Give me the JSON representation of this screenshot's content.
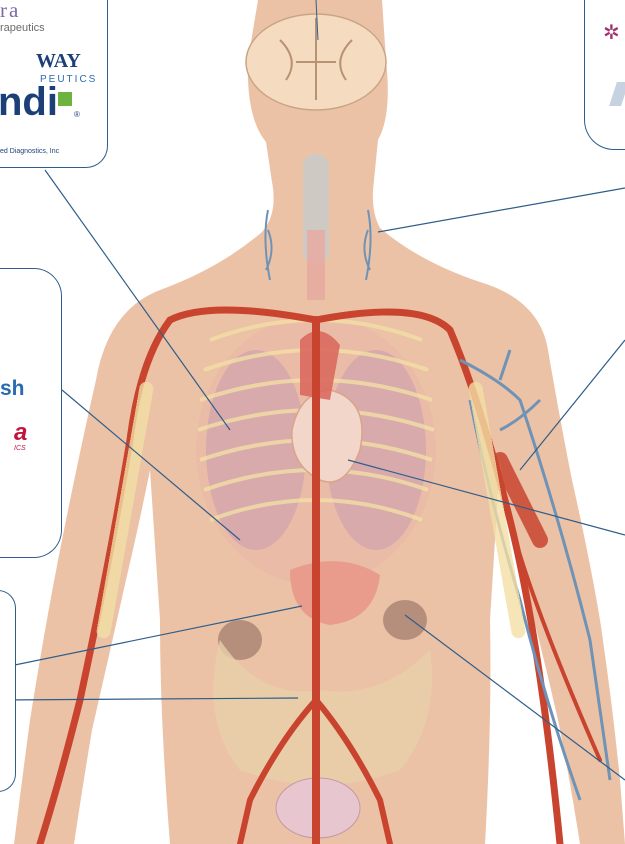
{
  "callouts": {
    "brain": {
      "logo1_text": "ra",
      "logo1_tagline": "rapeutics",
      "logo2_text": "WAY",
      "logo2_tagline": "PEUTICS",
      "logo3_text": "ndi",
      "logo3_mark": "®",
      "logo3_tagline": "ed Diagnostics, Inc"
    },
    "lung": {
      "logo1_text": "sh",
      "logo2_text": "a",
      "logo2_tagline": "ICS"
    }
  },
  "colors": {
    "line": "#2f5d8a",
    "skin": "#ecc2a6",
    "artery": "#c9442f",
    "vein": "#6f93b6",
    "bone": "#f3dfa6",
    "brand_purple": "#7d6aa8",
    "brand_navy": "#1c3f78",
    "brand_blue": "#2a6bb0",
    "brand_green": "#6cb33f",
    "brand_crimson": "#c0143c"
  }
}
